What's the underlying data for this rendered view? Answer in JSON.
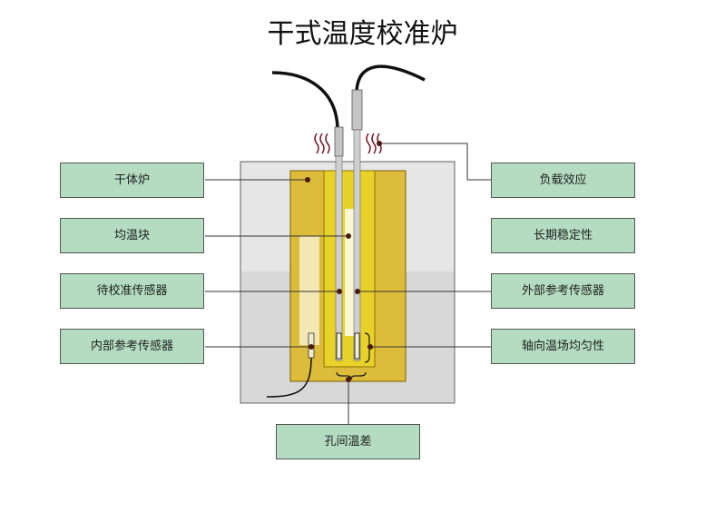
{
  "title": "干式温度校准炉",
  "left_labels": [
    {
      "id": "dry-furnace",
      "text": "干体炉"
    },
    {
      "id": "block",
      "text": "均温块"
    },
    {
      "id": "uut-sensor",
      "text": "待校准传感器"
    },
    {
      "id": "internal-ref",
      "text": "内部参考传感器"
    }
  ],
  "right_labels": [
    {
      "id": "load-effect",
      "text": "负载效应"
    },
    {
      "id": "stability",
      "text": "长期稳定性"
    },
    {
      "id": "external-ref",
      "text": "外部参考传感器"
    },
    {
      "id": "axial-uniformity",
      "text": "轴向温场均匀性"
    }
  ],
  "bottom_label": {
    "id": "hole-diff",
    "text": "孔间温差"
  },
  "colors": {
    "box_fill": "#b3dcc0",
    "furnace_gray": "#d8d8d8",
    "block_gold": "#c9a400",
    "heat_wave": "#7a1a2a"
  }
}
